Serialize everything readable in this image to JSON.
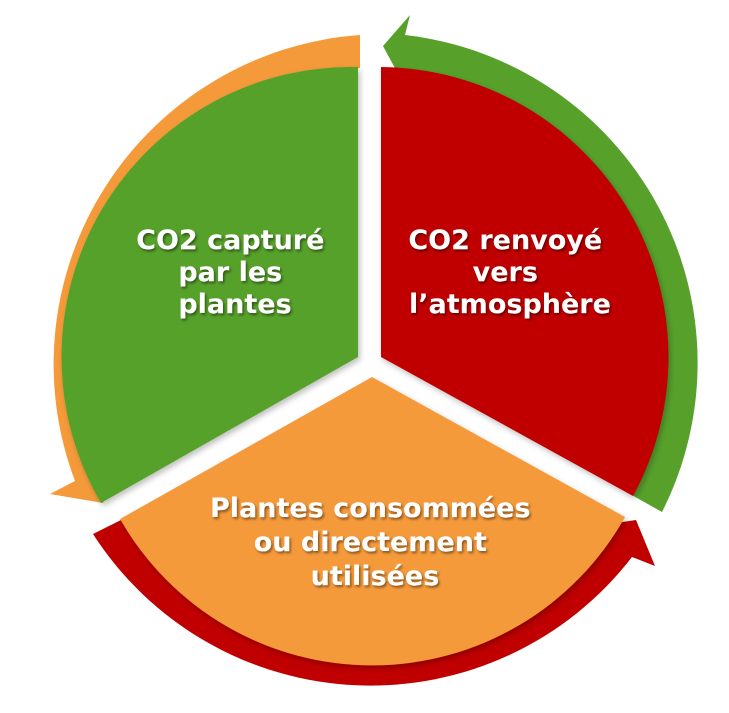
{
  "colors": {
    "green": "#57a12b",
    "red": "#c00000",
    "orange": "#f59a3a",
    "label": "#ffffff"
  },
  "segments": [
    {
      "id": "captured",
      "color_key": "green",
      "lines": [
        "CO2 capturé",
        "par les",
        "plantes"
      ]
    },
    {
      "id": "returned",
      "color_key": "red",
      "lines": [
        "CO2 renvoyé",
        "vers",
        "l’atmosphère"
      ]
    },
    {
      "id": "consumed",
      "color_key": "orange",
      "lines": [
        "Plantes consommées",
        "ou directement",
        "utilisées"
      ]
    }
  ]
}
